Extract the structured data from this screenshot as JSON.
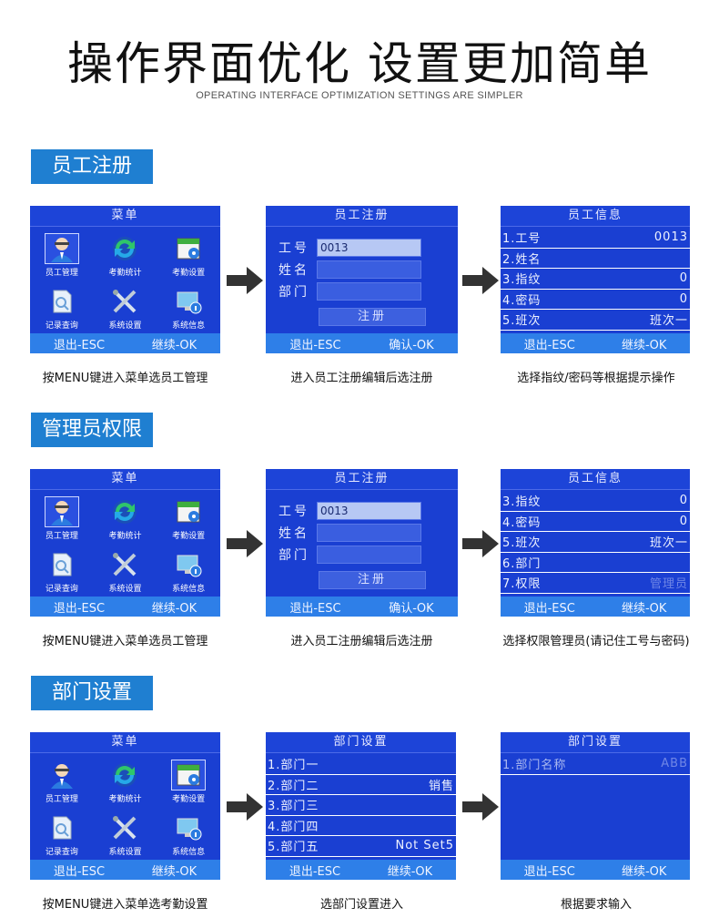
{
  "header": {
    "title": "操作界面优化 设置更加简单",
    "subtitle": "OPERATING INTERFACE OPTIMIZATION SETTINGS ARE SIMPLER"
  },
  "sections": [
    {
      "label": "员工注册",
      "screen1": {
        "title": "菜单",
        "items": [
          {
            "label": "员工管理",
            "icon": "user-icon"
          },
          {
            "label": "考勤统计",
            "icon": "refresh-icon"
          },
          {
            "label": "考勤设置",
            "icon": "calendar-icon"
          },
          {
            "label": "记录查询",
            "icon": "document-icon"
          },
          {
            "label": "系统设置",
            "icon": "tools-icon"
          },
          {
            "label": "系统信息",
            "icon": "monitor-icon"
          }
        ],
        "footer_left": "退出-ESC",
        "footer_right": "继续-OK"
      },
      "screen2": {
        "title": "员工注册",
        "fields": [
          {
            "label": "工号",
            "value": "0013"
          },
          {
            "label": "姓名",
            "value": ""
          },
          {
            "label": "部门",
            "value": ""
          }
        ],
        "button": "注册",
        "footer_left": "退出-ESC",
        "footer_right": "确认-OK"
      },
      "screen3": {
        "title": "员工信息",
        "rows": [
          {
            "label": "1.工号",
            "value": "0013"
          },
          {
            "label": "2.姓名",
            "value": ""
          },
          {
            "label": "3.指纹",
            "value": "0"
          },
          {
            "label": "4.密码",
            "value": "0"
          },
          {
            "label": "5.班次",
            "value": "班次一"
          }
        ],
        "footer_left": "退出-ESC",
        "footer_right": "继续-OK"
      },
      "captions": [
        "按MENU键进入菜单选员工管理",
        "进入员工注册编辑后选注册",
        "选择指纹/密码等根据提示操作"
      ]
    },
    {
      "label": "管理员权限",
      "screen1": {
        "title": "菜单",
        "items": [
          {
            "label": "员工管理",
            "icon": "user-icon"
          },
          {
            "label": "考勤统计",
            "icon": "refresh-icon"
          },
          {
            "label": "考勤设置",
            "icon": "calendar-icon"
          },
          {
            "label": "记录查询",
            "icon": "document-icon"
          },
          {
            "label": "系统设置",
            "icon": "tools-icon"
          },
          {
            "label": "系统信息",
            "icon": "monitor-icon"
          }
        ],
        "footer_left": "退出-ESC",
        "footer_right": "继续-OK"
      },
      "screen2": {
        "title": "员工注册",
        "fields": [
          {
            "label": "工号",
            "value": "0013"
          },
          {
            "label": "姓名",
            "value": ""
          },
          {
            "label": "部门",
            "value": ""
          }
        ],
        "button": "注册",
        "footer_left": "退出-ESC",
        "footer_right": "确认-OK"
      },
      "screen3": {
        "title": "员工信息",
        "rows": [
          {
            "label": "3.指纹",
            "value": "0"
          },
          {
            "label": "4.密码",
            "value": "0"
          },
          {
            "label": "5.班次",
            "value": "班次一"
          },
          {
            "label": "6.部门",
            "value": ""
          },
          {
            "label": "7.权限",
            "value": "管理员"
          }
        ],
        "footer_left": "退出-ESC",
        "footer_right": "继续-OK"
      },
      "captions": [
        "按MENU键进入菜单选员工管理",
        "进入员工注册编辑后选注册",
        "选择权限管理员(请记住工号与密码)"
      ]
    },
    {
      "label": "部门设置",
      "screen1": {
        "title": "菜单",
        "items": [
          {
            "label": "员工管理",
            "icon": "user-icon"
          },
          {
            "label": "考勤统计",
            "icon": "refresh-icon"
          },
          {
            "label": "考勤设置",
            "icon": "calendar-icon"
          },
          {
            "label": "记录查询",
            "icon": "document-icon"
          },
          {
            "label": "系统设置",
            "icon": "tools-icon"
          },
          {
            "label": "系统信息",
            "icon": "monitor-icon"
          }
        ],
        "footer_left": "退出-ESC",
        "footer_right": "继续-OK"
      },
      "screen2": {
        "title": "部门设置",
        "rows": [
          {
            "label": "1.部门一",
            "value": ""
          },
          {
            "label": "2.部门二",
            "value": "销售"
          },
          {
            "label": "3.部门三",
            "value": ""
          },
          {
            "label": "4.部门四",
            "value": ""
          },
          {
            "label": "5.部门五",
            "value": "Not Set5"
          }
        ],
        "footer_left": "退出-ESC",
        "footer_right": "继续-OK"
      },
      "screen3": {
        "title": "部门设置",
        "rows": [
          {
            "label": "1.部门名称",
            "value": "ABB"
          }
        ],
        "footer_left": "退出-ESC",
        "footer_right": "继续-OK"
      },
      "captions": [
        "按MENU键进入菜单选考勤设置",
        "选部门设置进入",
        "根据要求输入"
      ]
    }
  ],
  "colors": {
    "accent": "#1f7fd1",
    "screen_bg": "#1a3fd2",
    "footer_bg": "#2e7fe8"
  }
}
